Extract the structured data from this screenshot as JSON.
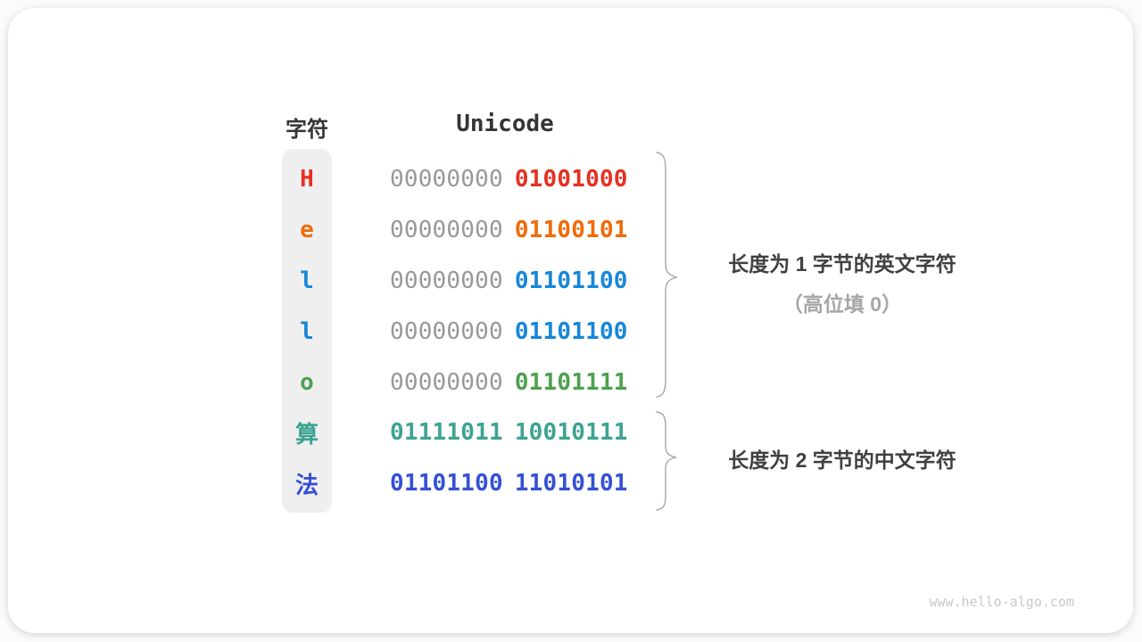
{
  "headers": {
    "char": "字符",
    "unicode": "Unicode"
  },
  "rows": [
    {
      "char": "H",
      "char_color": "#e63022",
      "bytes": [
        {
          "text": "00000000",
          "color": "#989898",
          "bold": false
        },
        {
          "text": "01001000",
          "color": "#e63022",
          "bold": true
        }
      ]
    },
    {
      "char": "e",
      "char_color": "#f06b0b",
      "bytes": [
        {
          "text": "00000000",
          "color": "#989898",
          "bold": false
        },
        {
          "text": "01100101",
          "color": "#f06b0b",
          "bold": true
        }
      ]
    },
    {
      "char": "l",
      "char_color": "#1787d8",
      "bytes": [
        {
          "text": "00000000",
          "color": "#989898",
          "bold": false
        },
        {
          "text": "01101100",
          "color": "#1787d8",
          "bold": true
        }
      ]
    },
    {
      "char": "l",
      "char_color": "#1787d8",
      "bytes": [
        {
          "text": "00000000",
          "color": "#989898",
          "bold": false
        },
        {
          "text": "01101100",
          "color": "#1787d8",
          "bold": true
        }
      ]
    },
    {
      "char": "o",
      "char_color": "#4da14e",
      "bytes": [
        {
          "text": "00000000",
          "color": "#989898",
          "bold": false
        },
        {
          "text": "01101111",
          "color": "#4da14e",
          "bold": true
        }
      ]
    },
    {
      "char": "算",
      "char_color": "#3da391",
      "bytes": [
        {
          "text": "01111011",
          "color": "#3da391",
          "bold": true
        },
        {
          "text": "10010111",
          "color": "#3da391",
          "bold": true
        }
      ]
    },
    {
      "char": "法",
      "char_color": "#3550d5",
      "bytes": [
        {
          "text": "01101100",
          "color": "#3550d5",
          "bold": true
        },
        {
          "text": "11010101",
          "color": "#3550d5",
          "bold": true
        }
      ]
    }
  ],
  "annotations": {
    "english": {
      "line1": "长度为 1 字节的英文字符",
      "line2": "（高位填 0）"
    },
    "chinese": {
      "line1": "长度为 2 字节的中文字符"
    }
  },
  "watermark": "www.hello-algo.com"
}
